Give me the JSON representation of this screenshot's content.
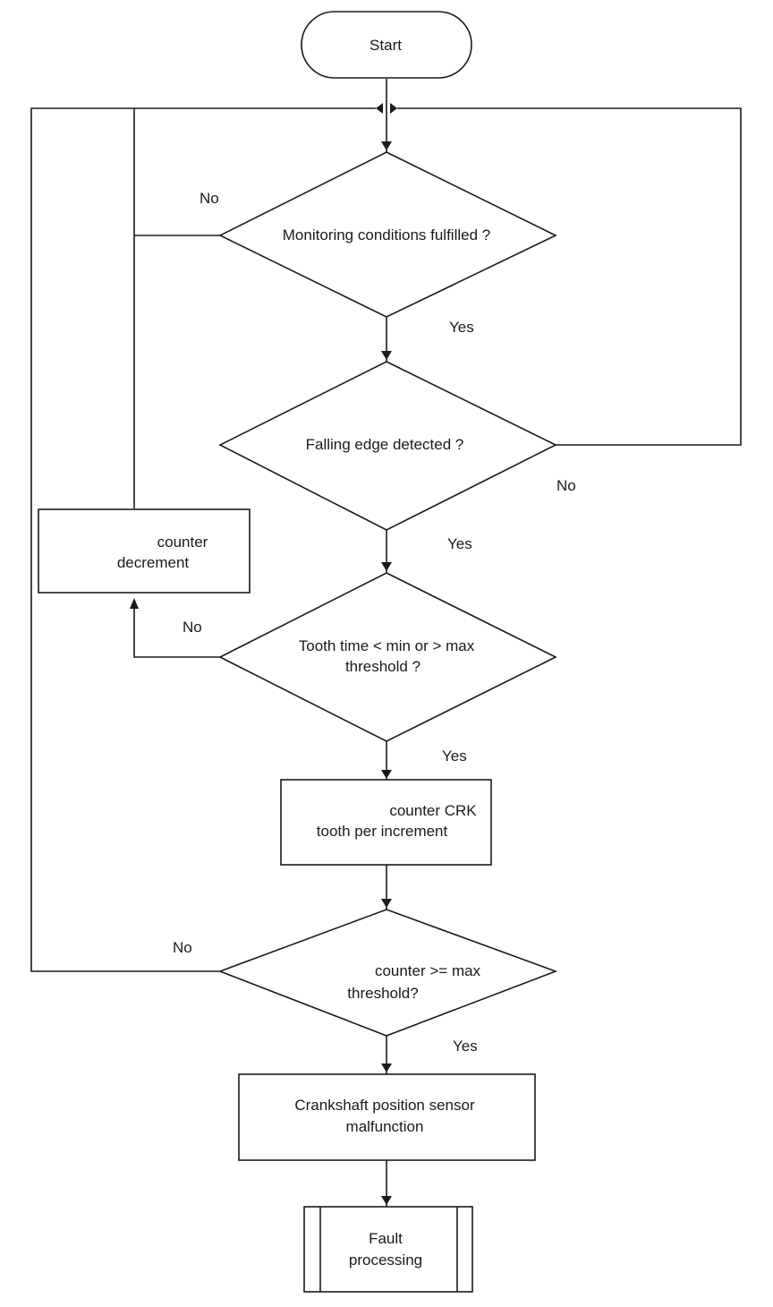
{
  "nodes": {
    "start": "Start",
    "monitoring": "Monitoring conditions fulfilled ?",
    "falling_edge": "Falling edge detected ?",
    "tooth_time": [
      "Tooth time < min or > max",
      "threshold ?"
    ],
    "counter_decrement": [
      "counter",
      "decrement"
    ],
    "counter_increment": [
      "counter CRK",
      "tooth per increment"
    ],
    "counter_threshold": [
      "counter >= max",
      "threshold?"
    ],
    "sensor_malfunction": [
      "Crankshaft position sensor",
      "malfunction"
    ],
    "fault_processing": [
      "Fault",
      "processing"
    ]
  },
  "labels": {
    "no_monitoring": "No",
    "yes_monitoring": "Yes",
    "no_falling": "No",
    "yes_falling": "Yes",
    "no_tooth": "No",
    "yes_tooth": "Yes",
    "no_counter": "No",
    "yes_counter": "Yes"
  }
}
